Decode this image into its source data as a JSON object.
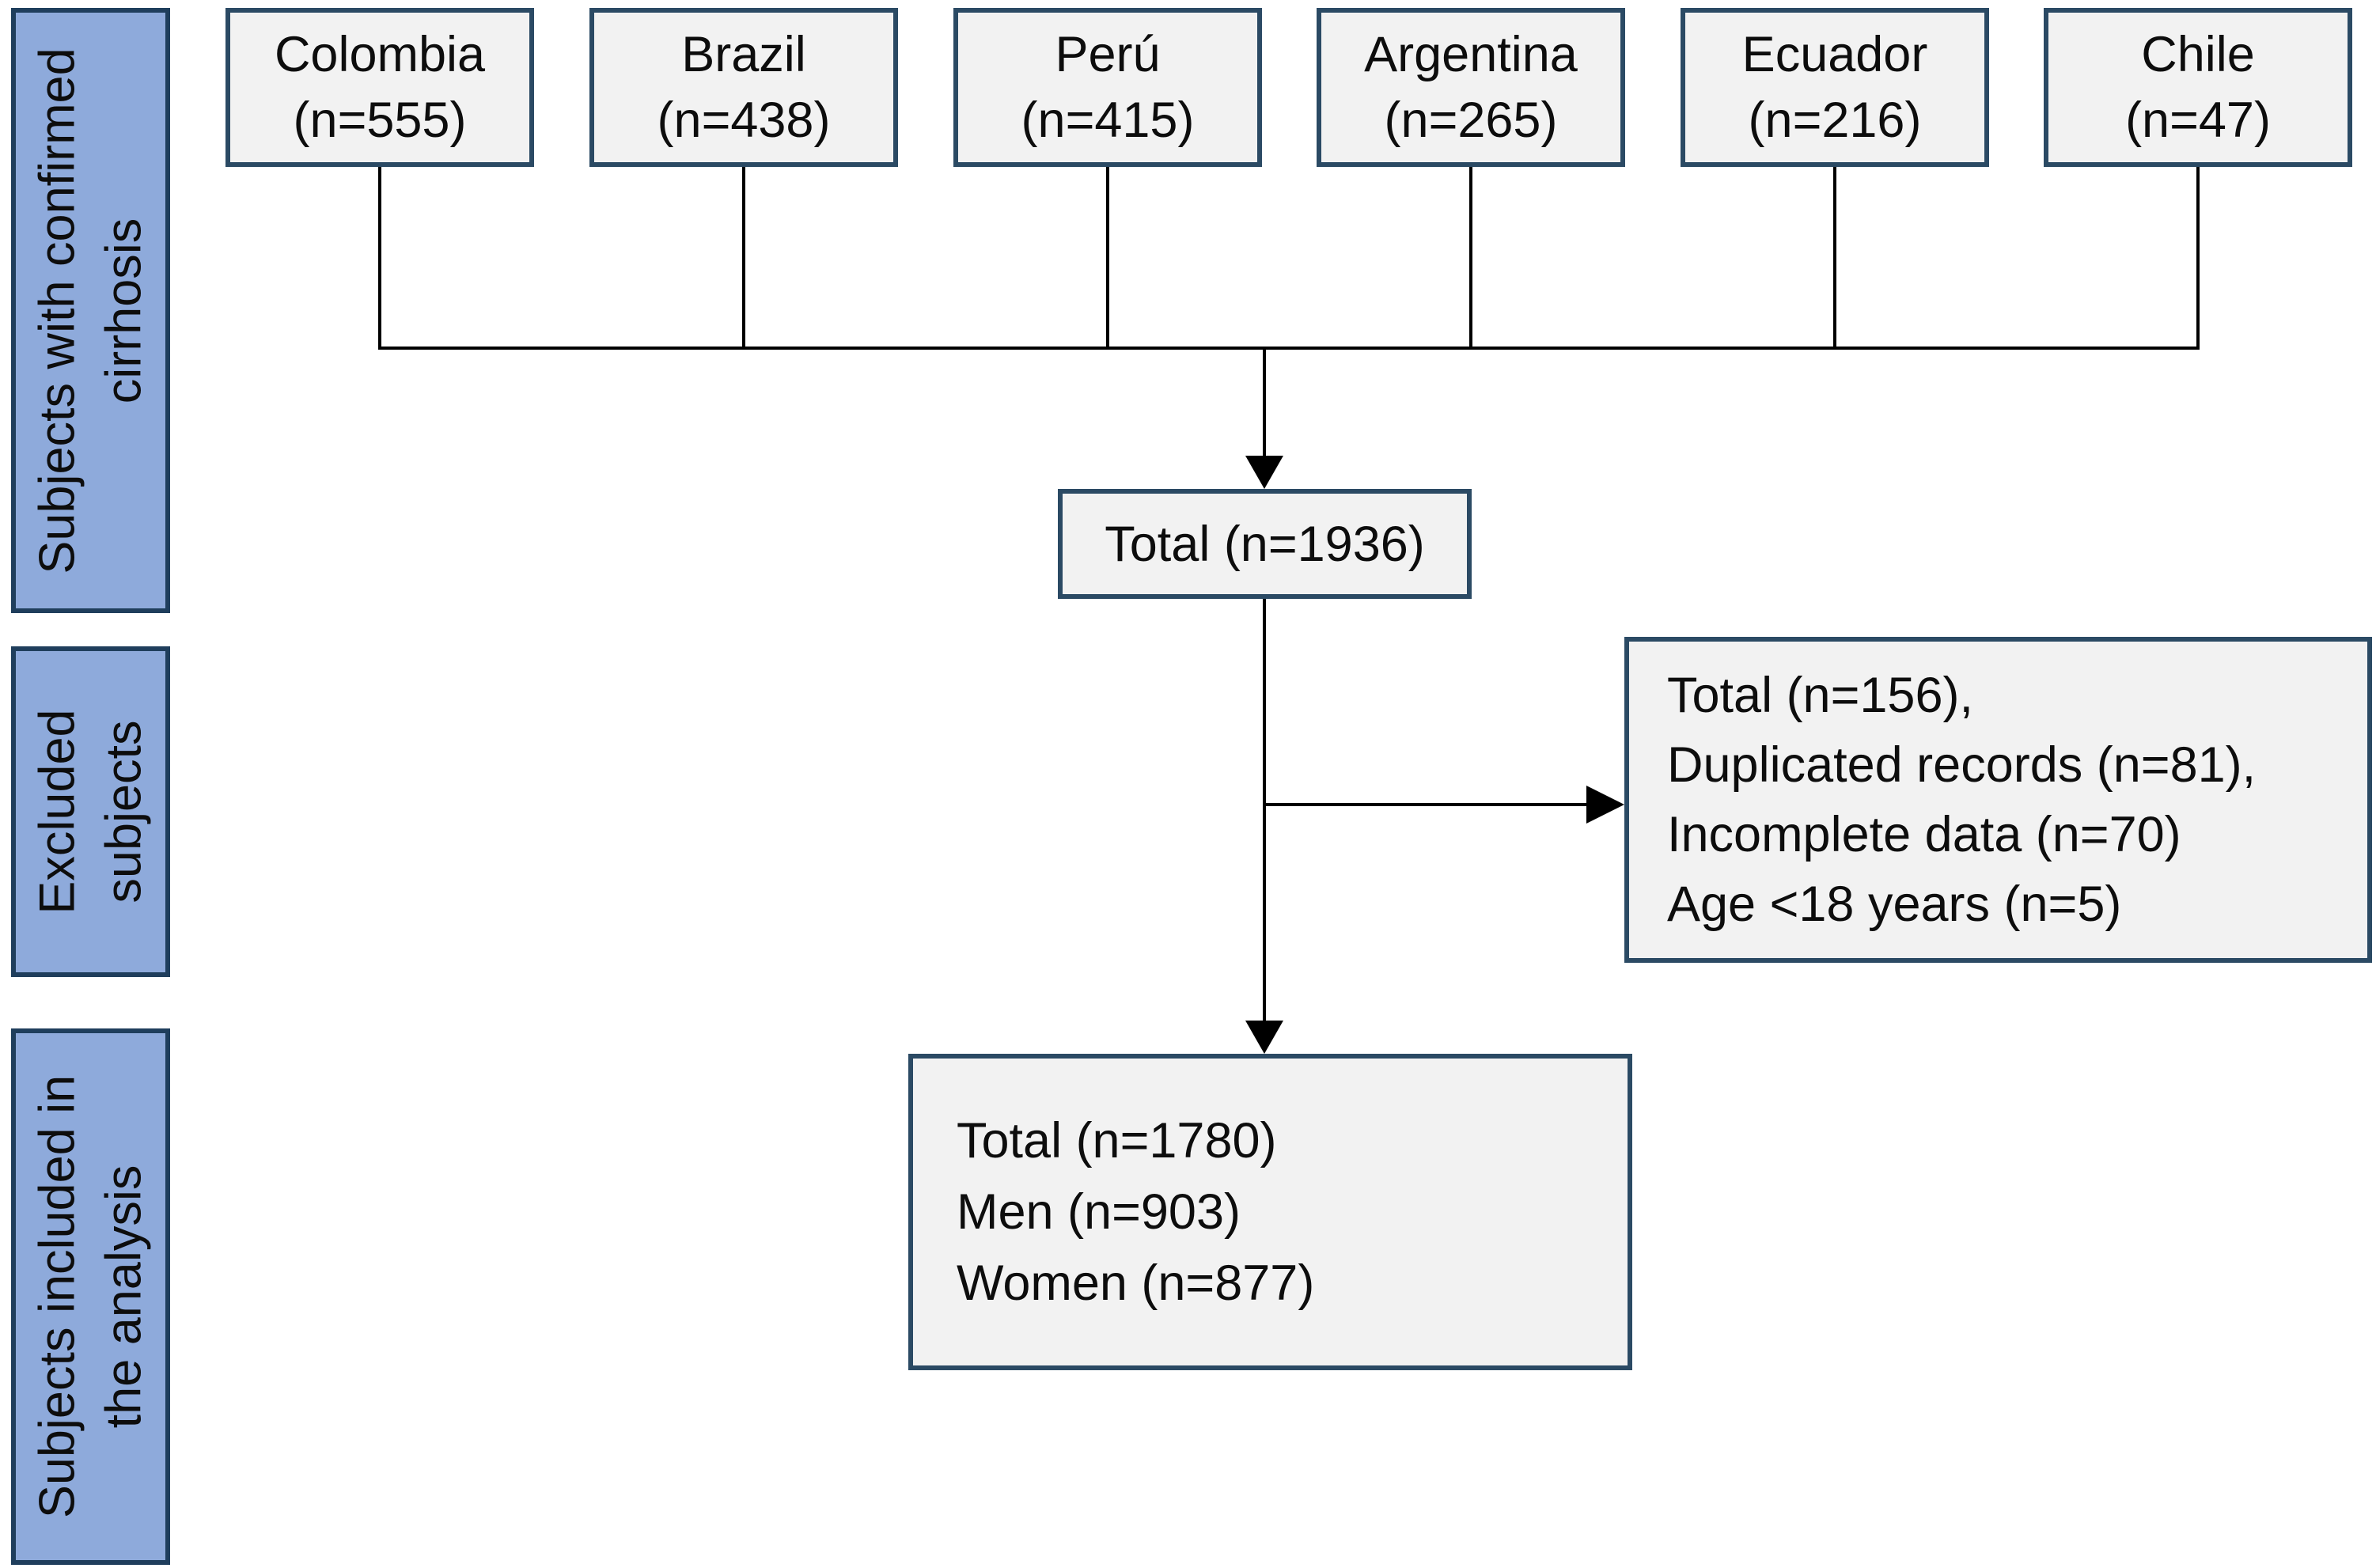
{
  "figure": {
    "type": "flow-diagram",
    "colors": {
      "stage_fill": "#8EAADB",
      "stage_border": "#1F3E5C",
      "box_fill": "#F2F2F2",
      "box_border": "#2B4A64",
      "line": "#000000",
      "text": "#0d0d0d"
    }
  },
  "sidebar": {
    "stages": [
      {
        "lines": [
          "Subjects with confirmed",
          "cirrhosis"
        ]
      },
      {
        "lines": [
          "Excluded",
          "subjects"
        ]
      },
      {
        "lines": [
          "Subjects included in",
          "the analysis"
        ]
      }
    ]
  },
  "flow": {
    "countries": [
      {
        "name": "Colombia",
        "n": "(n=555)"
      },
      {
        "name": "Brazil",
        "n": "(n=438)"
      },
      {
        "name": "Perú",
        "n": "(n=415)"
      },
      {
        "name": "Argentina",
        "n": "(n=265)"
      },
      {
        "name": "Ecuador",
        "n": "(n=216)"
      },
      {
        "name": "Chile",
        "n": "(n=47)"
      }
    ],
    "total_box": {
      "label": "Total (n=1936)"
    },
    "excluded_box": {
      "lines": [
        "Total (n=156),",
        "Duplicated records (n=81),",
        "Incomplete data (n=70)",
        "Age <18 years (n=5)"
      ]
    },
    "included_box": {
      "lines": [
        "Total (n=1780)",
        "Men (n=903)",
        "Women (n=877)"
      ]
    }
  }
}
